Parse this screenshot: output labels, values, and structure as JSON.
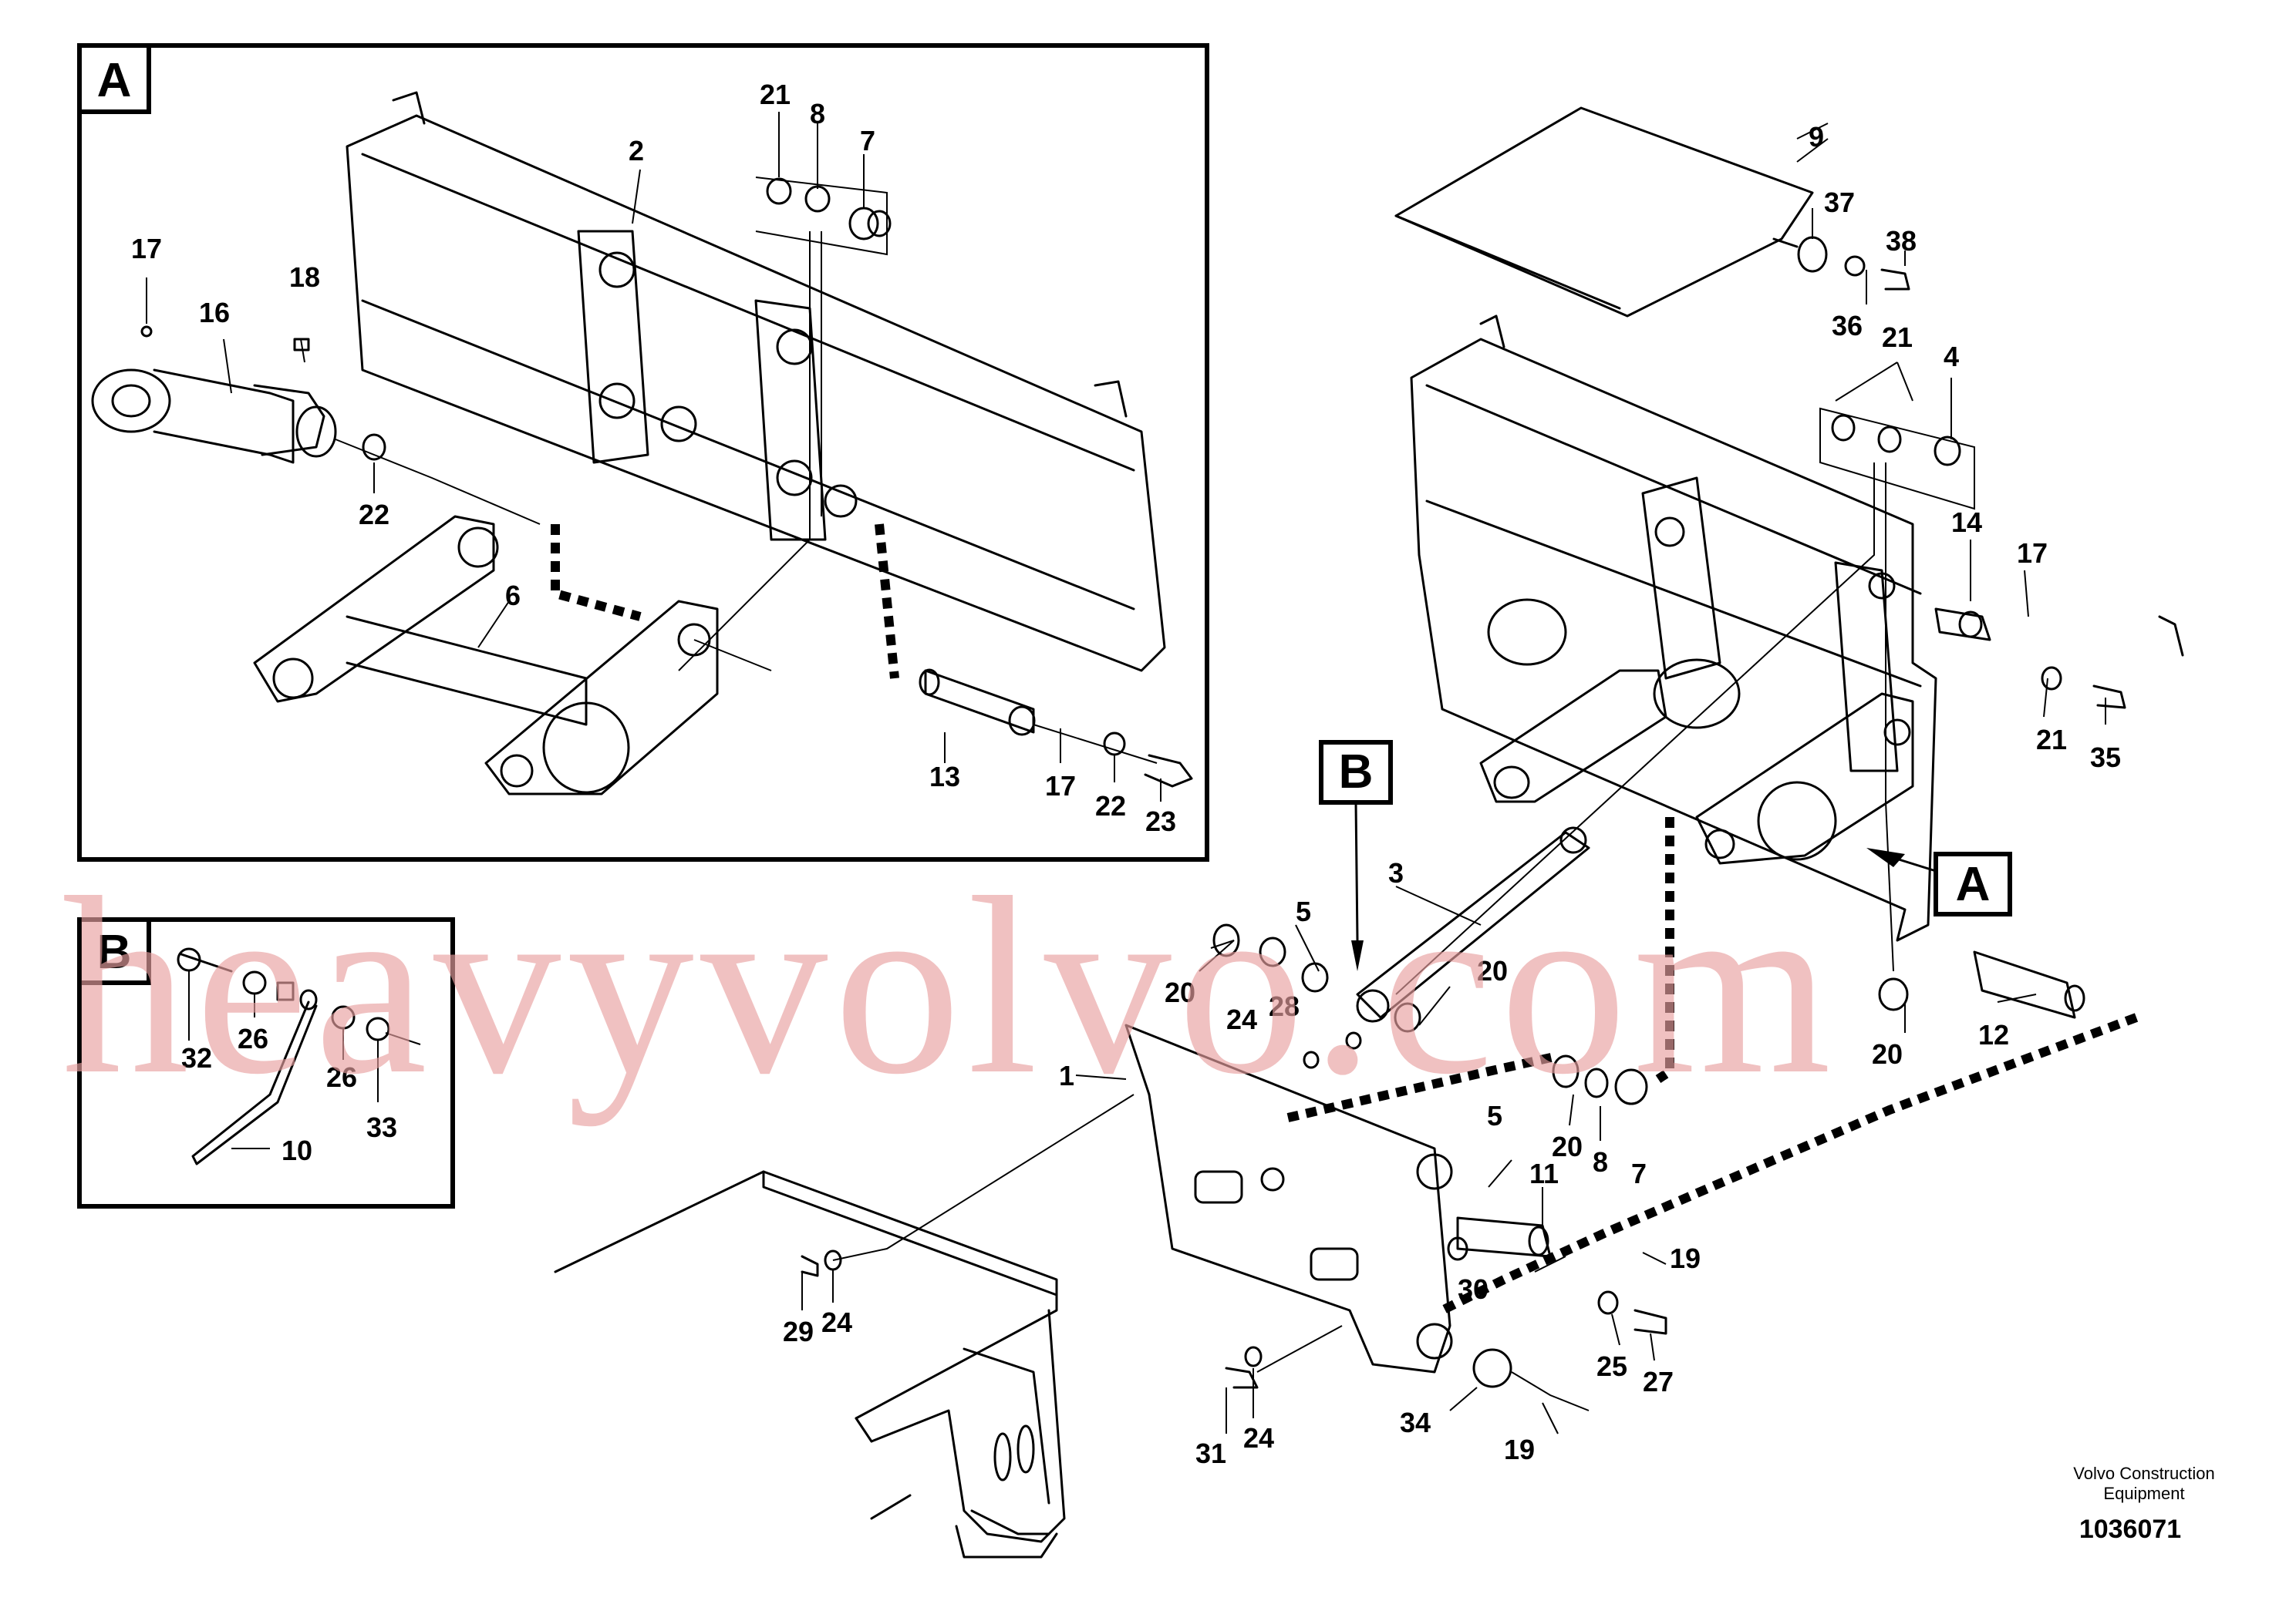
{
  "detail_labels": {
    "a": "A",
    "b": "B"
  },
  "callouts": [
    {
      "id": "a-21",
      "text": "21"
    },
    {
      "id": "a-8",
      "text": "8"
    },
    {
      "id": "a-7",
      "text": "7"
    },
    {
      "id": "a-2",
      "text": "2"
    },
    {
      "id": "a-17",
      "text": "17"
    },
    {
      "id": "a-16",
      "text": "16"
    },
    {
      "id": "a-18",
      "text": "18"
    },
    {
      "id": "a-22",
      "text": "22"
    },
    {
      "id": "a-6",
      "text": "6"
    },
    {
      "id": "a-13",
      "text": "13"
    },
    {
      "id": "a-17b",
      "text": "17"
    },
    {
      "id": "a-22b",
      "text": "22"
    },
    {
      "id": "a-23",
      "text": "23"
    },
    {
      "id": "b-32",
      "text": "32"
    },
    {
      "id": "b-26",
      "text": "26"
    },
    {
      "id": "b-26b",
      "text": "26"
    },
    {
      "id": "b-33",
      "text": "33"
    },
    {
      "id": "b-10",
      "text": "10"
    },
    {
      "id": "m-9",
      "text": "9"
    },
    {
      "id": "m-37",
      "text": "37"
    },
    {
      "id": "m-38",
      "text": "38"
    },
    {
      "id": "m-36",
      "text": "36"
    },
    {
      "id": "m-21",
      "text": "21"
    },
    {
      "id": "m-4",
      "text": "4"
    },
    {
      "id": "m-14",
      "text": "14"
    },
    {
      "id": "m-17",
      "text": "17"
    },
    {
      "id": "m-21b",
      "text": "21"
    },
    {
      "id": "m-35",
      "text": "35"
    },
    {
      "id": "m-3",
      "text": "3"
    },
    {
      "id": "m-5",
      "text": "5"
    },
    {
      "id": "m-20",
      "text": "20"
    },
    {
      "id": "m-20b",
      "text": "20"
    },
    {
      "id": "m-24",
      "text": "24"
    },
    {
      "id": "m-28",
      "text": "28"
    },
    {
      "id": "m-1",
      "text": "1"
    },
    {
      "id": "m-20c",
      "text": "20"
    },
    {
      "id": "m-8",
      "text": "8"
    },
    {
      "id": "m-7",
      "text": "7"
    },
    {
      "id": "m-5b",
      "text": "5"
    },
    {
      "id": "m-11",
      "text": "11"
    },
    {
      "id": "m-20d",
      "text": "20"
    },
    {
      "id": "m-12",
      "text": "12"
    },
    {
      "id": "m-19",
      "text": "19"
    },
    {
      "id": "m-30",
      "text": "30"
    },
    {
      "id": "m-25",
      "text": "25"
    },
    {
      "id": "m-27",
      "text": "27"
    },
    {
      "id": "m-29",
      "text": "29"
    },
    {
      "id": "m-24b",
      "text": "24"
    },
    {
      "id": "m-31",
      "text": "31"
    },
    {
      "id": "m-24c",
      "text": "24"
    },
    {
      "id": "m-34",
      "text": "34"
    },
    {
      "id": "m-19b",
      "text": "19"
    }
  ],
  "watermark": "heavyvolvo.com",
  "footer": {
    "company_line1": "Volvo Construction",
    "company_line2": "Equipment",
    "doc_number": "1036071"
  }
}
